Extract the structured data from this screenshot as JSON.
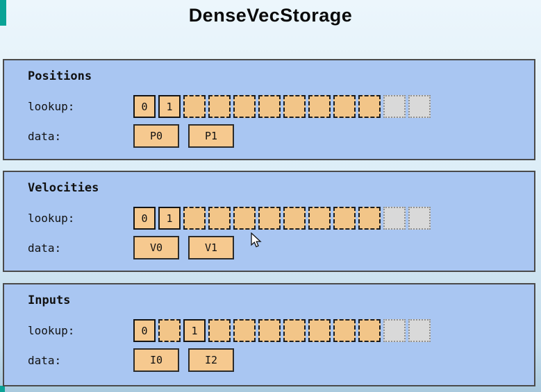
{
  "title": "DenseVecStorage",
  "panels": [
    {
      "title": "Positions",
      "lookup_label": "lookup:",
      "data_label": "data:",
      "lookup_cells": [
        {
          "label": "0",
          "kind": "solid"
        },
        {
          "label": "1",
          "kind": "solid"
        },
        {
          "kind": "dashed"
        },
        {
          "kind": "dashed"
        },
        {
          "kind": "dashed"
        },
        {
          "kind": "dashed"
        },
        {
          "kind": "dashed"
        },
        {
          "kind": "dashed"
        },
        {
          "kind": "dashed"
        },
        {
          "kind": "dashed"
        },
        {
          "kind": "ghost"
        },
        {
          "kind": "ghost"
        }
      ],
      "data_boxes": [
        {
          "label": "P0",
          "kind": "databox"
        },
        {
          "label": "P1",
          "kind": "databox"
        }
      ]
    },
    {
      "title": "Velocities",
      "lookup_label": "lookup:",
      "data_label": "data:",
      "lookup_cells": [
        {
          "label": "0",
          "kind": "solid"
        },
        {
          "label": "1",
          "kind": "solid"
        },
        {
          "kind": "dashed"
        },
        {
          "kind": "dashed"
        },
        {
          "kind": "dashed"
        },
        {
          "kind": "dashed"
        },
        {
          "kind": "dashed"
        },
        {
          "kind": "dashed"
        },
        {
          "kind": "dashed"
        },
        {
          "kind": "dashed"
        },
        {
          "kind": "ghost"
        },
        {
          "kind": "ghost"
        }
      ],
      "data_boxes": [
        {
          "label": "V0",
          "kind": "databox"
        },
        {
          "label": "V1",
          "kind": "databox"
        }
      ]
    },
    {
      "title": "Inputs",
      "lookup_label": "lookup:",
      "data_label": "data:",
      "lookup_cells": [
        {
          "label": "0",
          "kind": "solid"
        },
        {
          "kind": "dashed"
        },
        {
          "label": "1",
          "kind": "solid"
        },
        {
          "kind": "dashed"
        },
        {
          "kind": "dashed"
        },
        {
          "kind": "dashed"
        },
        {
          "kind": "dashed"
        },
        {
          "kind": "dashed"
        },
        {
          "kind": "dashed"
        },
        {
          "kind": "dashed"
        },
        {
          "kind": "ghost"
        },
        {
          "kind": "ghost"
        }
      ],
      "data_boxes": [
        {
          "label": "I0",
          "kind": "databox"
        },
        {
          "label": "I2",
          "kind": "databox"
        }
      ]
    }
  ],
  "colors": {
    "page_bg_top": "#ecf6fc",
    "page_bg_bottom": "#a9c9de",
    "panel_bg": "#a9c6f2",
    "panel_border": "#4a4a4a",
    "cell_fill": "#f6c98f",
    "ghost_fill": "#d9d9d9",
    "edge_accent": "#0aa396"
  }
}
